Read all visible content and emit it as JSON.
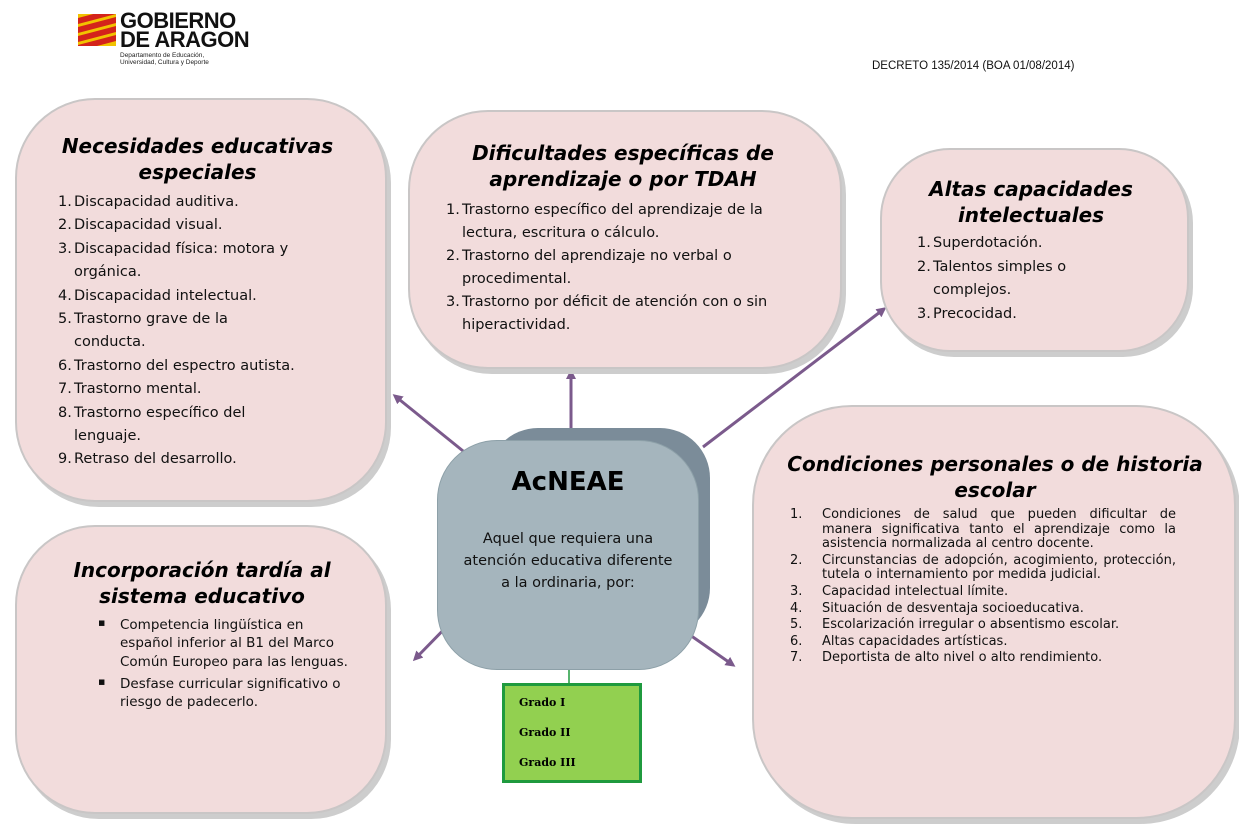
{
  "header": {
    "logo_line1": "GOBIERNO",
    "logo_line2": "DE ARAGON",
    "logo_sub1": "Departamento de Educación,",
    "logo_sub2": "Universidad, Cultura y Deporte",
    "decree": "DECRETO 135/2014 (BOA 01/08/2014)"
  },
  "center": {
    "title": "AcNEAE",
    "text": "Aquel que requiera una atención educativa diferente a la ordinaria, por:"
  },
  "grades": [
    "Grado I",
    "Grado II",
    "Grado III"
  ],
  "nee": {
    "title": "Necesidades educativas especiales",
    "items": [
      {
        "num": "1.",
        "text": "Discapacidad auditiva."
      },
      {
        "num": "2.",
        "text": "Discapacidad visual."
      },
      {
        "num": "3.",
        "text": "Discapacidad física: motora y orgánica."
      },
      {
        "num": "4.",
        "text": "Discapacidad intelectual."
      },
      {
        "num": "5.",
        "text": "Trastorno grave de la conducta."
      },
      {
        "num": "6.",
        "text": "Trastorno del espectro autista."
      },
      {
        "num": "7.",
        "text": "Trastorno mental."
      },
      {
        "num": "8.",
        "text": "Trastorno específico del lenguaje."
      },
      {
        "num": "9.",
        "text": "Retraso del desarrollo."
      }
    ]
  },
  "dea": {
    "title": "Dificultades específicas de aprendizaje o por TDAH",
    "items": [
      {
        "num": "1.",
        "text": "Trastorno específico del aprendizaje de la lectura, escritura o cálculo."
      },
      {
        "num": "2.",
        "text": "Trastorno del aprendizaje no verbal o procedimental."
      },
      {
        "num": "3.",
        "text": "Trastorno por déficit de atención con o sin hiperactividad."
      }
    ]
  },
  "altas": {
    "title": "Altas capacidades intelectuales",
    "items": [
      {
        "num": "1.",
        "text": "Superdotación."
      },
      {
        "num": "2.",
        "text": "Talentos simples o complejos."
      },
      {
        "num": "3.",
        "text": "Precocidad."
      }
    ]
  },
  "incorporacion": {
    "title": "Incorporación tardía al sistema educativo",
    "items": [
      {
        "num": "▪",
        "text": "Competencia lingüística en español inferior al B1 del Marco Común Europeo para las lenguas."
      },
      {
        "num": "▪",
        "text": "Desfase curricular significativo o riesgo de padecerlo."
      }
    ]
  },
  "condiciones": {
    "title": "Condiciones personales o de historia escolar",
    "items": [
      {
        "num": "1.",
        "text": "Condiciones de salud que pueden dificultar de manera significativa tanto el aprendizaje como la asistencia normalizada al centro docente."
      },
      {
        "num": "2.",
        "text": "Circunstancias de adopción, acogimiento, protección, tutela o internamiento por medida judicial."
      },
      {
        "num": "3.",
        "text": "Capacidad intelectual límite."
      },
      {
        "num": "4.",
        "text": "Situación de desventaja socioeducativa."
      },
      {
        "num": "5.",
        "text": "Escolarización irregular o absentismo escolar."
      },
      {
        "num": "6.",
        "text": "Altas capacidades artísticas."
      },
      {
        "num": "7.",
        "text": "Deportista de alto nivel o alto rendimiento."
      }
    ]
  },
  "colors": {
    "bubble_fill": "#f2dcdc",
    "center_fill": "#a5b5bd",
    "arrow": "#7b5a8c",
    "grade_fill": "#92d050",
    "grade_border": "#1f9a3e"
  }
}
